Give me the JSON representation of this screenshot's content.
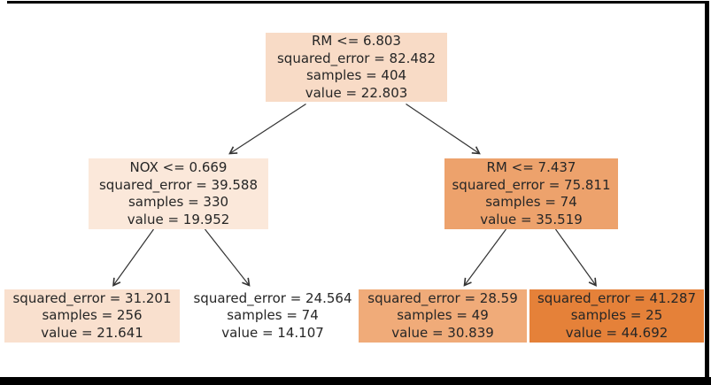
{
  "tree": {
    "root": {
      "condition": "RM <= 6.803",
      "squared_error": "squared_error = 82.482",
      "samples": "samples = 404",
      "value": "value = 22.803",
      "fill": "#f8dbc6"
    },
    "left": {
      "condition": "NOX <= 0.669",
      "squared_error": "squared_error = 39.588",
      "samples": "samples = 330",
      "value": "value = 19.952",
      "fill": "#fbe8da"
    },
    "right": {
      "condition": "RM <= 7.437",
      "squared_error": "squared_error = 75.811",
      "samples": "samples = 74",
      "value": "value = 35.519",
      "fill": "#eda26c"
    },
    "leaf1": {
      "squared_error": "squared_error = 31.201",
      "samples": "samples = 256",
      "value": "value = 21.641",
      "fill": "#f9e0ce"
    },
    "leaf2": {
      "squared_error": "squared_error = 24.564",
      "samples": "samples = 74",
      "value": "value = 14.107",
      "fill": "#ffffff"
    },
    "leaf3": {
      "squared_error": "squared_error = 28.59",
      "samples": "samples = 49",
      "value": "value = 30.839",
      "fill": "#f0ab79"
    },
    "leaf4": {
      "squared_error": "squared_error = 41.287",
      "samples": "samples = 25",
      "value": "value = 44.692",
      "fill": "#e58139"
    }
  },
  "colors": {
    "edge": "#333333",
    "frame": "#000000",
    "text": "#262626"
  }
}
